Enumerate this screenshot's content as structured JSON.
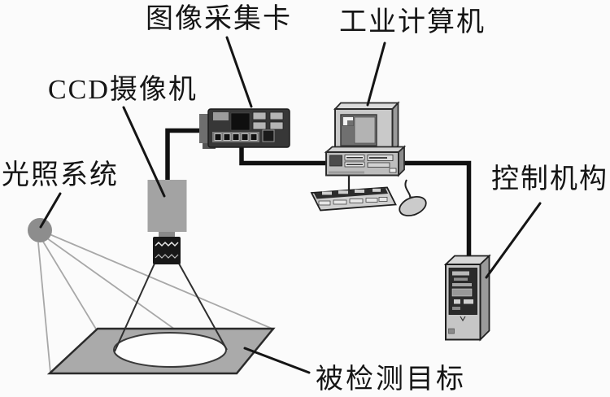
{
  "diagram": {
    "type": "schematic",
    "labels": {
      "image_capture_card": "图像采集卡",
      "industrial_computer": "工业计算机",
      "ccd_camera": "CCD摄像机",
      "lighting_system": "光照系统",
      "control_mechanism": "控制机构",
      "inspection_target": "被检测目标"
    },
    "components": [
      "lighting-system",
      "ccd-camera",
      "image-capture-card",
      "industrial-computer",
      "control-mechanism",
      "inspection-target"
    ],
    "connections": [
      {
        "from": "ccd-camera",
        "to": "image-capture-card",
        "via": "cable"
      },
      {
        "from": "image-capture-card",
        "to": "industrial-computer",
        "via": "cable"
      },
      {
        "from": "industrial-computer",
        "to": "control-mechanism",
        "via": "cable"
      },
      {
        "from": "lighting-system",
        "to": "inspection-target",
        "via": "light-rays"
      },
      {
        "from": "ccd-camera",
        "to": "inspection-target",
        "via": "view-cone"
      }
    ],
    "colors": {
      "background": "#fbfbfb",
      "text": "#151515",
      "cable": "#111111",
      "leader_line": "#151515",
      "device_gray": "#a3a3a3",
      "dark_device": "#373737",
      "plane_gray": "#aaaaaa",
      "illuminated_area": "#fdfdfd",
      "light_ray": "#a8a8a8"
    }
  }
}
